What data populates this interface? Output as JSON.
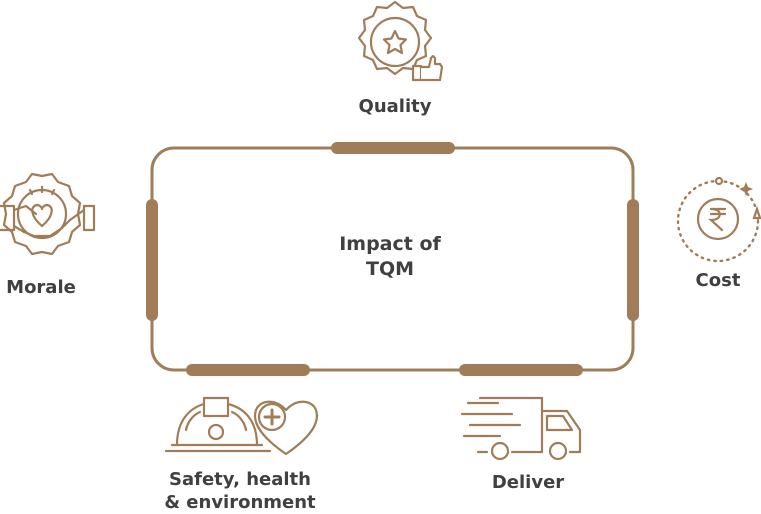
{
  "diagram": {
    "center": {
      "line1": "Impact of",
      "line2": "TQM"
    },
    "nodes": {
      "quality": {
        "label": "Quality",
        "icon": "quality-badge-thumbs-up-icon"
      },
      "cost": {
        "label": "Cost",
        "icon": "rupee-coin-icon"
      },
      "deliver": {
        "label": "Deliver",
        "icon": "delivery-truck-icon"
      },
      "safety": {
        "line1": "Safety, health",
        "line2": "& environment",
        "icon": "hardhat-heart-icon"
      },
      "morale": {
        "label": "Morale",
        "icon": "handshake-gear-icon"
      }
    },
    "colors": {
      "accent": "#A07D58",
      "text": "#404040"
    }
  }
}
